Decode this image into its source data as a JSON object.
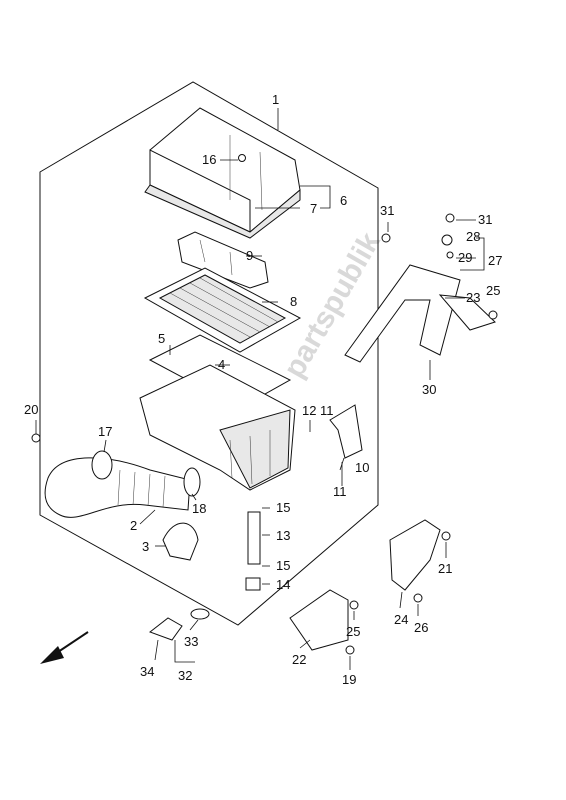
{
  "watermark": "partspublik",
  "colors": {
    "line": "#111111",
    "background": "#ffffff",
    "watermark": "#d9d9d9"
  },
  "labels": [
    {
      "id": "l1",
      "text": "1"
    },
    {
      "id": "l16",
      "text": "16"
    },
    {
      "id": "l6",
      "text": "6"
    },
    {
      "id": "l7",
      "text": "7"
    },
    {
      "id": "l9",
      "text": "9"
    },
    {
      "id": "l8",
      "text": "8"
    },
    {
      "id": "l5",
      "text": "5"
    },
    {
      "id": "l4",
      "text": "4"
    },
    {
      "id": "l31a",
      "text": "31"
    },
    {
      "id": "l31b",
      "text": "31"
    },
    {
      "id": "l28",
      "text": "28"
    },
    {
      "id": "l29",
      "text": "29"
    },
    {
      "id": "l27",
      "text": "27"
    },
    {
      "id": "l23",
      "text": "23"
    },
    {
      "id": "l25a",
      "text": "25"
    },
    {
      "id": "l30",
      "text": "30"
    },
    {
      "id": "l20",
      "text": "20"
    },
    {
      "id": "l17",
      "text": "17"
    },
    {
      "id": "l12",
      "text": "12"
    },
    {
      "id": "l11a",
      "text": "11"
    },
    {
      "id": "l10",
      "text": "10"
    },
    {
      "id": "l11b",
      "text": "11"
    },
    {
      "id": "l18",
      "text": "18"
    },
    {
      "id": "l2",
      "text": "2"
    },
    {
      "id": "l3",
      "text": "3"
    },
    {
      "id": "l15a",
      "text": "15"
    },
    {
      "id": "l13",
      "text": "13"
    },
    {
      "id": "l15b",
      "text": "15"
    },
    {
      "id": "l14",
      "text": "14"
    },
    {
      "id": "l21",
      "text": "21"
    },
    {
      "id": "l24",
      "text": "24"
    },
    {
      "id": "l26",
      "text": "26"
    },
    {
      "id": "l25b",
      "text": "25"
    },
    {
      "id": "l22",
      "text": "22"
    },
    {
      "id": "l19",
      "text": "19"
    },
    {
      "id": "l33",
      "text": "33"
    },
    {
      "id": "l34",
      "text": "34"
    },
    {
      "id": "l32",
      "text": "32"
    }
  ]
}
